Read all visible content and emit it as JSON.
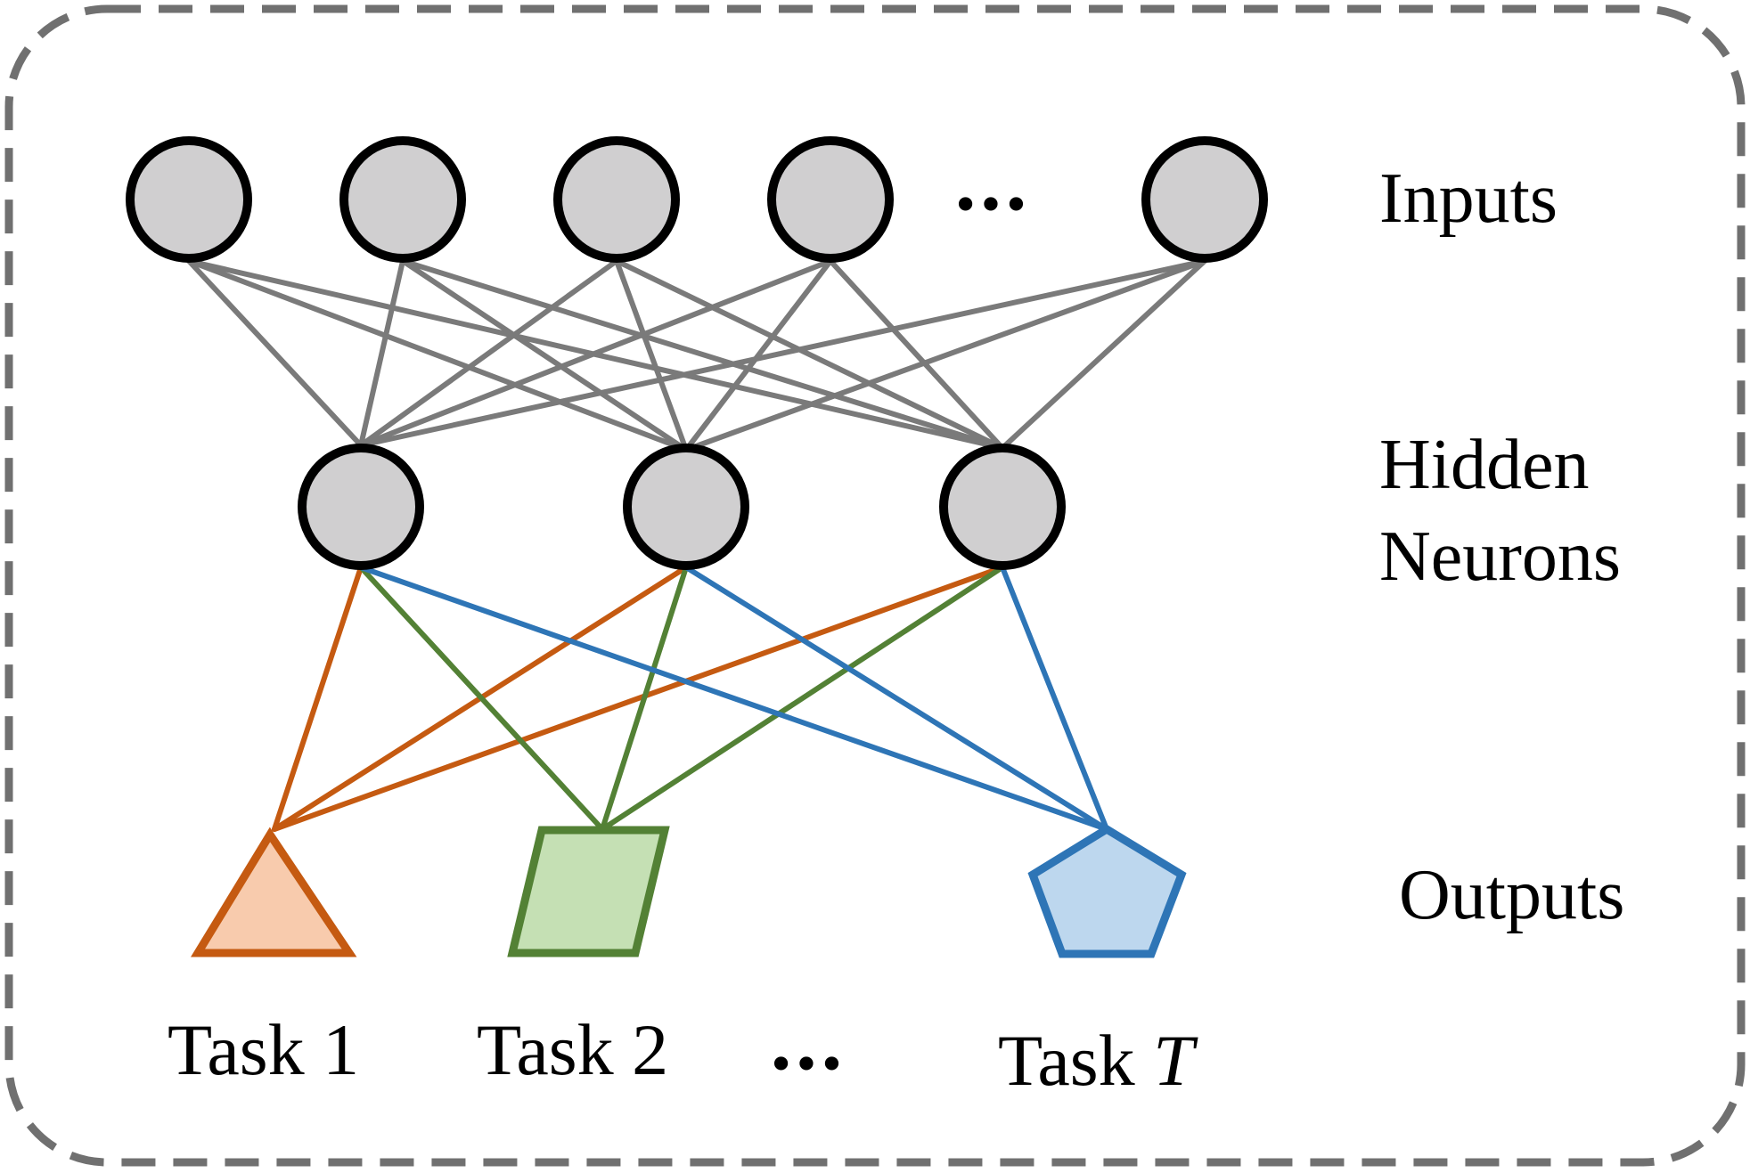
{
  "layers": {
    "inputs_label": "Inputs",
    "hidden_label_line1": "Hidden",
    "hidden_label_line2": "Neurons",
    "outputs_label": "Outputs"
  },
  "tasks": [
    {
      "prefix": "Task ",
      "suffix": "1",
      "italic": false
    },
    {
      "prefix": "Task ",
      "suffix": "2",
      "italic": false
    },
    {
      "prefix": "Task ",
      "suffix": "T",
      "italic": true
    }
  ],
  "ellipsis": "•••",
  "colors": {
    "border": "#707070",
    "node_fill": "#d0cfd0",
    "node_stroke": "#000000",
    "input_edges": "#7a7a7a",
    "task1_stroke": "#c55a11",
    "task1_fill": "#f8cbad",
    "task2_stroke": "#538135",
    "task2_fill": "#c5e0b4",
    "task3_stroke": "#2e75b6",
    "task3_fill": "#bdd7ee"
  }
}
